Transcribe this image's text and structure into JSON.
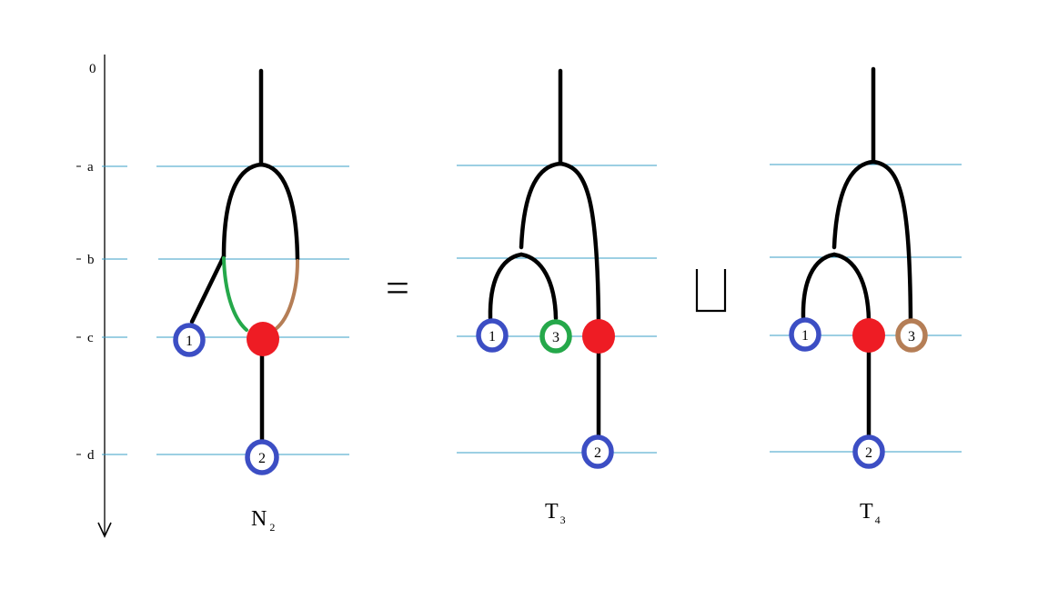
{
  "colors": {
    "edge": "#000000",
    "level_line": "#3a9fc7",
    "leaf_ring_blue": "#3c4ec4",
    "leaf_ring_green": "#25a84a",
    "leaf_ring_brown": "#b57e56",
    "hybrid_node": "#ee1c24",
    "edge_green": "#25a84a",
    "edge_brown": "#b57e56"
  },
  "axis": {
    "labels": [
      "0",
      "a",
      "b",
      "c",
      "d"
    ]
  },
  "operators": {
    "equals": "=",
    "union": "⊔"
  },
  "networks": [
    {
      "name": "N",
      "subscript": "2",
      "leaves": [
        "1",
        "2"
      ],
      "hybrid_node": "red"
    },
    {
      "name": "T",
      "subscript": "3",
      "leaves": [
        "1",
        "3",
        "2"
      ],
      "hybrid_node": "red"
    },
    {
      "name": "T",
      "subscript": "4",
      "leaves": [
        "1",
        "3",
        "2"
      ],
      "hybrid_node": "red"
    }
  ],
  "icons": {
    "axis_arrow": "down-arrow-icon"
  }
}
